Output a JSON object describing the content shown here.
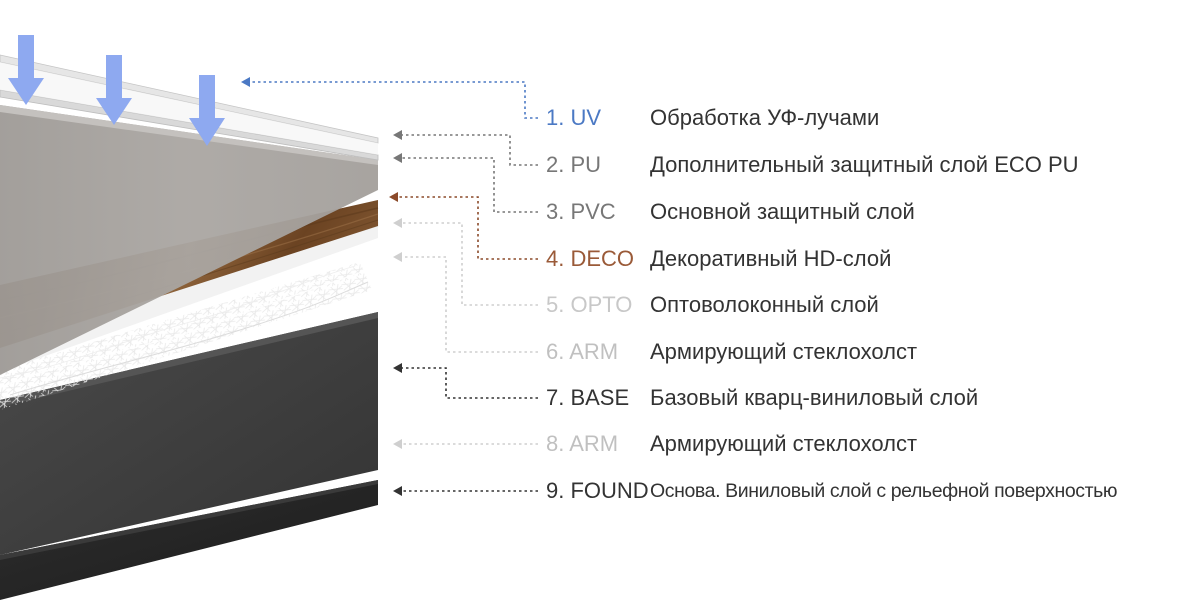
{
  "layers": [
    {
      "code": "1. UV",
      "label": "Обработка УФ-лучами",
      "code_color": "#4b79c4"
    },
    {
      "code": "2. PU",
      "label": "Дополнительный защитный слой ECO PU",
      "code_color": "#777777"
    },
    {
      "code": "3. PVC",
      "label": "Основной защитный слой",
      "code_color": "#777777"
    },
    {
      "code": "4. DECO",
      "label": "Декоративный HD-слой",
      "code_color": "#9a5a38"
    },
    {
      "code": "5. OPTO",
      "label": "Оптоволоконный слой",
      "code_color": "#c8c8c8"
    },
    {
      "code": "6. ARM",
      "label": "Армирующий стеклохолст",
      "code_color": "#c0c0c0"
    },
    {
      "code": "7. BASE",
      "label": "Базовый кварц-виниловый слой",
      "code_color": "#333333"
    },
    {
      "code": "8. ARM",
      "label": "Армирующий стеклохолст",
      "code_color": "#c0c0c0"
    },
    {
      "code": "9. FOUND",
      "label": "Основа. Виниловый слой с рельефной поверхностью",
      "code_color": "#333333"
    }
  ],
  "colors": {
    "uv_arrow": "#8ea9f0",
    "wood": "#7a4f2a",
    "base_layer": "#3c3c3c",
    "foundation": "#222222"
  }
}
